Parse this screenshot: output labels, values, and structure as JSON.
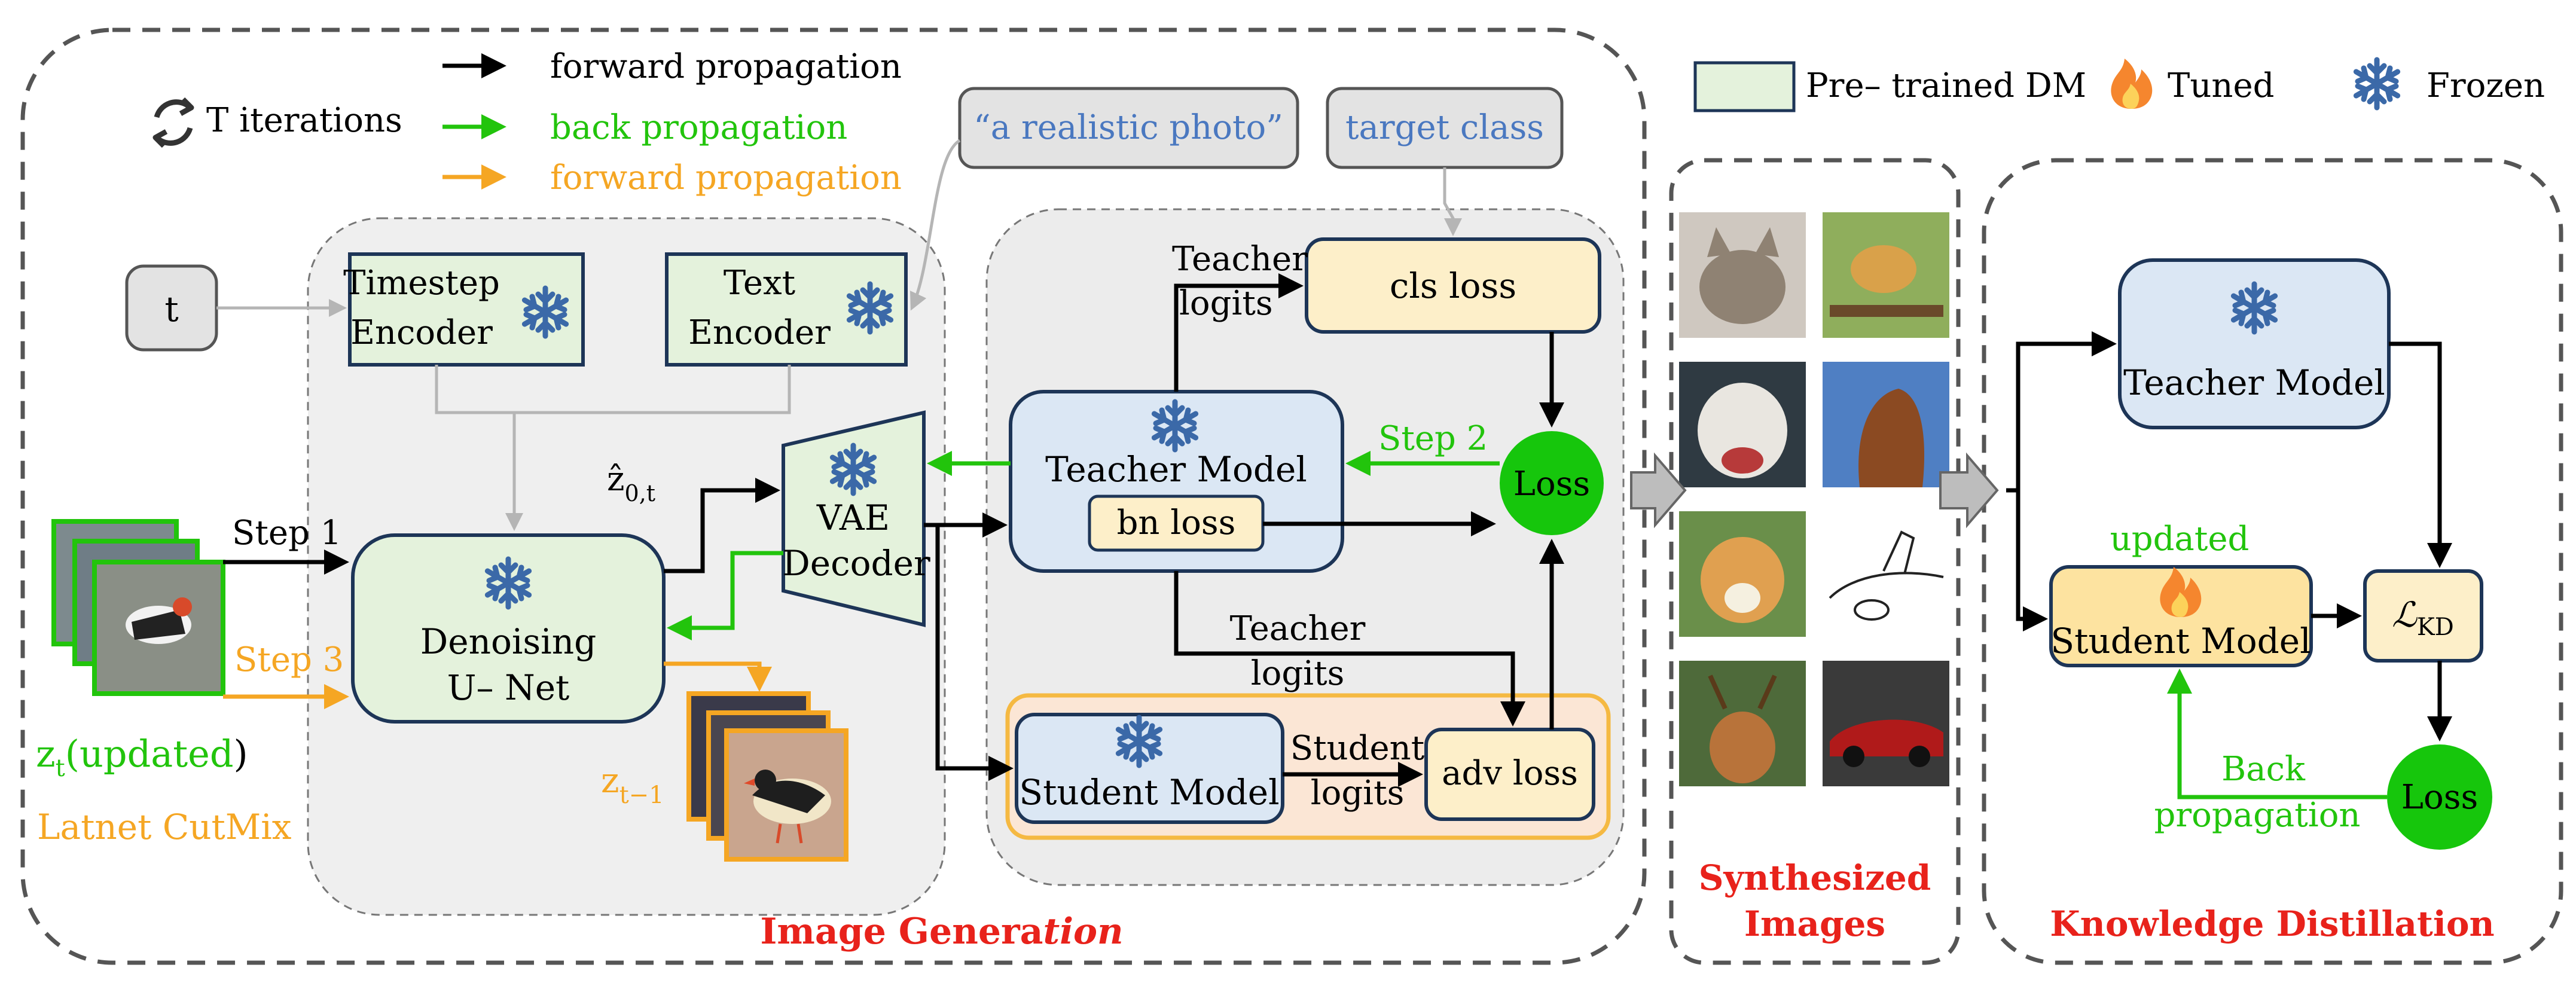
{
  "legend": {
    "iterations": "T iterations",
    "forward_black": "forward propagation",
    "back_green": "back propagation",
    "forward_orange": "forward propagation",
    "pretrained_dm": "Pre– trained DM",
    "tuned": "Tuned",
    "frozen": "Frozen"
  },
  "prompts": {
    "realistic_photo": "“a realistic photo”",
    "target_class": "target class"
  },
  "generation": {
    "t_input": "t",
    "timestep_encoder": [
      "Timestep",
      "Encoder"
    ],
    "text_encoder": [
      "Text",
      "Encoder"
    ],
    "unet": [
      "Denoising",
      "U– Net"
    ],
    "z_hat_main": "ẑ",
    "z_hat_sub": "0,t",
    "vae_decoder": [
      "VAE",
      "Decoder"
    ],
    "step1": "Step  1",
    "step3": "Step  3",
    "zt_main": "z",
    "zt_sub": "t",
    "zt_open": "(",
    "zt_updated": "updated",
    "zt_close": ")",
    "zt_minus_main": "z",
    "zt_minus_sub": "t−1",
    "latent_cutmix": "Latnet CutMix",
    "title_main": "Image Genera",
    "title_italic": "tion"
  },
  "losses": {
    "teacher_logits_top": [
      "Teacher",
      "logits"
    ],
    "cls_loss": "cls loss",
    "step2": "Step 2",
    "teacher_model": "Teacher Model",
    "bn_loss": "bn loss",
    "loss": "Loss",
    "teacher_logits_mid": [
      "Teacher",
      "logits"
    ],
    "student_model": "Student Model",
    "student_logits": [
      "Student",
      "logits"
    ],
    "adv_loss": "adv loss"
  },
  "synthesized": {
    "title": [
      "Synthesized",
      "Images"
    ],
    "images": [
      "cat",
      "bird",
      "dog",
      "horse",
      "corgi",
      "airplane-sketch",
      "deer",
      "car"
    ]
  },
  "distillation": {
    "teacher_model": "Teacher Model",
    "updated": "updated",
    "student_model": "Student Model",
    "kd_main": "ℒ",
    "kd_sub": "KD",
    "loss": "Loss",
    "back_propagation": [
      "Back",
      "propagation"
    ],
    "title": "Knowledge Distillation"
  },
  "colors": {
    "green": "#22c40c",
    "orange": "#f5a623",
    "red_title": "#e8221b",
    "frozen_blue": "#3b69a8",
    "dm_green_fill": "#e4f2dc",
    "teacher_blue_fill": "#dbe7f4",
    "loss_yellow_fill": "#fdefc9",
    "gray_fill": "#e3e3e3",
    "panel_fill": "#efefef",
    "prompt_blue": "#4a78c0"
  }
}
